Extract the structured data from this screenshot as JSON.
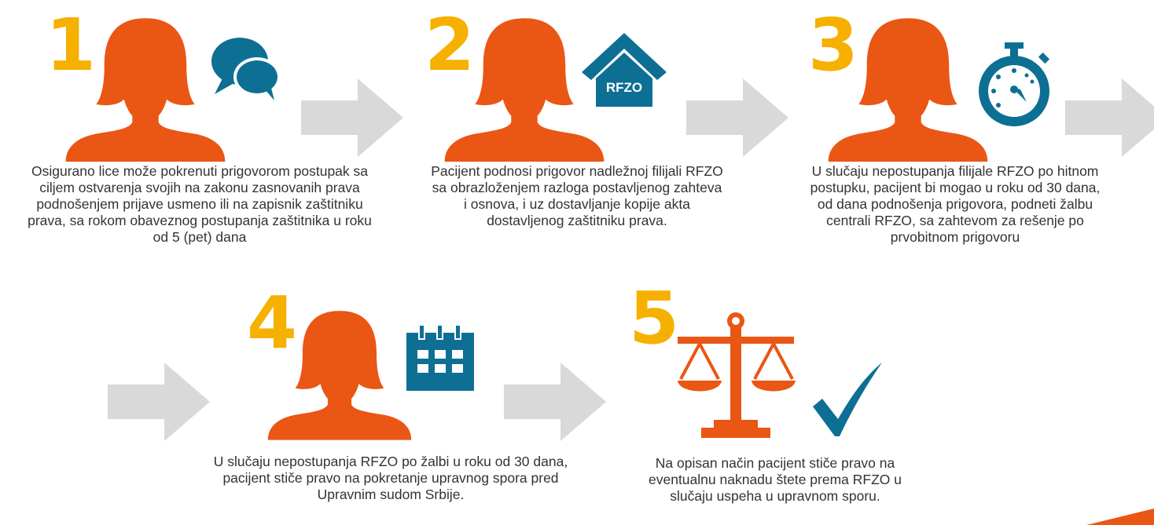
{
  "colors": {
    "person": "#ea5614",
    "number": "#f6b000",
    "icon": "#0e6f94",
    "arrow": "#d9d9d9",
    "text": "#333333"
  },
  "steps": [
    {
      "number": "1",
      "icon": "chat-bubbles-icon",
      "text": "Osigurano lice može pokrenuti prigovorom postupak sa ciljem ostvarenja svojih na zakonu zasnovanih prava podnošenjem prijave usmeno ili na zapisnik zaštitniku prava, sa rokom obaveznog postupanja zaštitnika u roku od 5 (pet) dana"
    },
    {
      "number": "2",
      "icon": "house-icon",
      "icon_label": "RFZO",
      "text": "Pacijent podnosi prigovor nadležnoj filijali RFZO sa obrazloženjem razloga postavljenog zahteva i osnova, i uz dostavljanje kopije akta dostavljenog zaštitniku prava."
    },
    {
      "number": "3",
      "icon": "stopwatch-icon",
      "text": "U slučaju nepostupanja filijale RFZO po hitnom postupku, pacijent bi mogao u roku od 30 dana, od dana podnošenja prigovora, podneti žalbu centrali RFZO, sa zahtevom za rešenje po prvobitnom prigovoru"
    },
    {
      "number": "4",
      "icon": "calendar-icon",
      "text": "U slučaju nepostupanja RFZO po žalbi u roku od 30 dana, pacijent stiče pravo na pokretanje upravnog spora pred Upravnim sudom Srbije."
    },
    {
      "number": "5",
      "icon": "scales-icon",
      "icon2": "checkmark-icon",
      "text": "Na opisan način pacijent stiče pravo na eventualnu naknadu štete prema RFZO u slučaju uspeha u upravnom sporu."
    }
  ]
}
